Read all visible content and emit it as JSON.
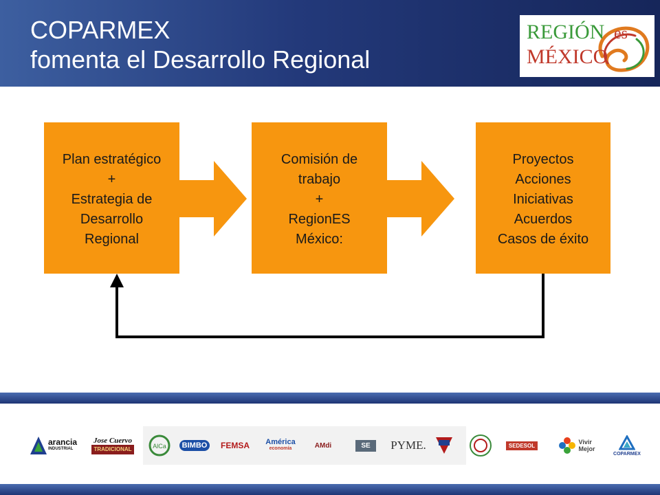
{
  "header": {
    "title_line1": "COPARMEX",
    "title_line2": "fomenta el Desarrollo Regional",
    "logo": {
      "word1": "REGIÓN",
      "word2": "es",
      "word3": "MÉXICO"
    }
  },
  "flow": {
    "box1": {
      "lines": [
        "Plan estratégico",
        "+",
        "Estrategia de",
        "Desarrollo",
        "Regional"
      ]
    },
    "box2": {
      "lines": [
        "Comisión de",
        "trabajo",
        "+",
        "RegionES",
        "México:"
      ]
    },
    "box3": {
      "lines": [
        "Proyectos",
        "Acciones",
        "Iniciativas",
        "Acuerdos",
        "Casos de éxito"
      ]
    }
  },
  "footer_logos": [
    {
      "name": "arancia",
      "text": "arancia",
      "sub": "INDUSTRIAL"
    },
    {
      "name": "jose-cuervo",
      "text": "Jose Cuervo",
      "sub": "TRADICIONAL"
    },
    {
      "name": "alca",
      "text": "AlCa"
    },
    {
      "name": "bimbo",
      "text": "BIMBO"
    },
    {
      "name": "femsa",
      "text": "FEMSA"
    },
    {
      "name": "america-economia",
      "text": "América",
      "sub": "economía"
    },
    {
      "name": "amdi",
      "text": "AMdi"
    },
    {
      "name": "se",
      "text": "SE"
    },
    {
      "name": "pyme",
      "text": "PYME."
    },
    {
      "name": "govt-seal-1",
      "text": ""
    },
    {
      "name": "govt-seal-2",
      "text": ""
    },
    {
      "name": "sedesol",
      "text": "SEDESOL"
    },
    {
      "name": "vivir-mejor",
      "text": "Vivir",
      "sub": "Mejor"
    },
    {
      "name": "coparmex",
      "text": "COPARMEX"
    }
  ],
  "colors": {
    "box": "#f7960f",
    "header": "#23397a",
    "logo_green": "#3a9a3a",
    "logo_red": "#c0392b"
  }
}
